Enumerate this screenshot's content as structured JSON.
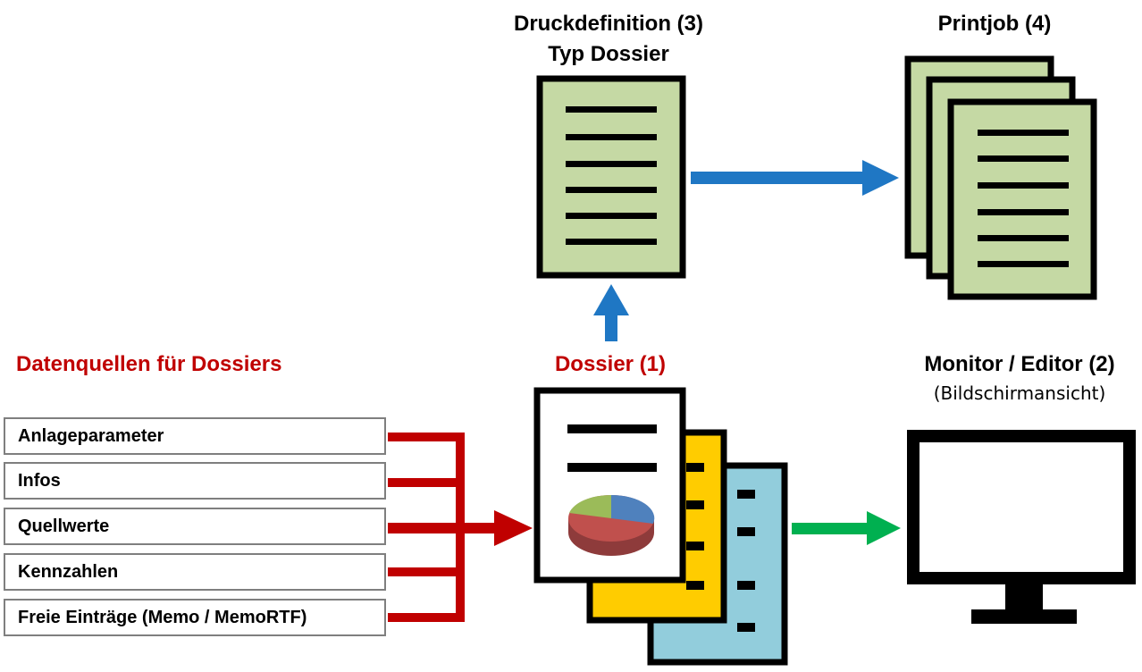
{
  "print_definition": {
    "title": "Druckdefinition (3)",
    "subtitle": "Typ Dossier"
  },
  "printjob": {
    "title": "Printjob (4)"
  },
  "sources": {
    "title": "Datenquellen für Dossiers",
    "items": [
      "Anlageparameter",
      "Infos",
      "Quellwerte",
      "Kennzahlen",
      "Freie Einträge (Memo / MemoRTF)"
    ]
  },
  "dossier": {
    "title": "Dossier (1)"
  },
  "monitor": {
    "title": "Monitor / Editor (2)",
    "subtitle": "(Bildschirmansicht)"
  },
  "colors": {
    "document_fill": "#c5d9a4",
    "label_red": "#c00000",
    "arrow_red": "#c00000",
    "arrow_blue": "#1f77c4",
    "arrow_green": "#00b050",
    "page_yellow": "#ffcc00",
    "page_lightblue": "#92cddc"
  }
}
